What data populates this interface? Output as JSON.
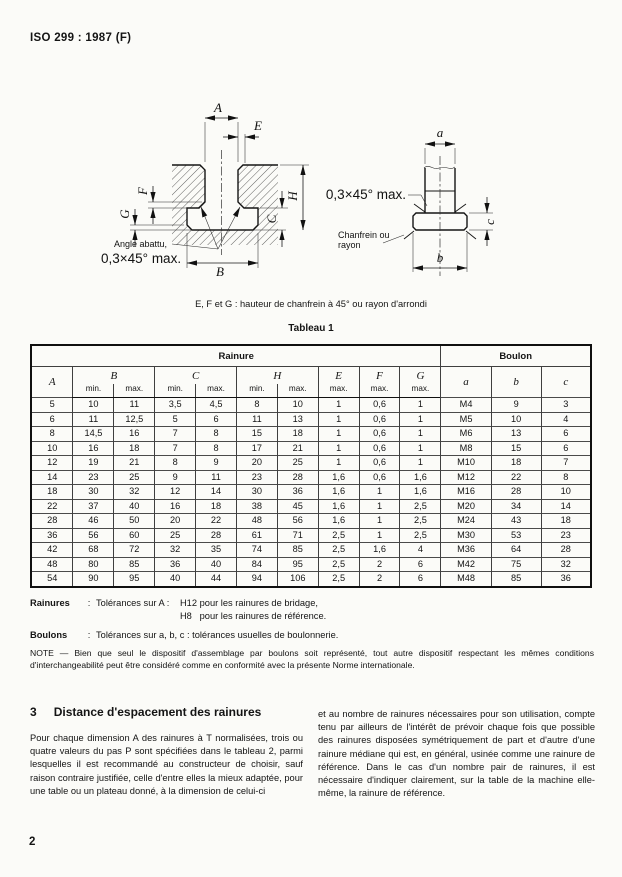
{
  "page": {
    "standard_ref": "ISO 299 : 1987 (F)",
    "page_number": "2"
  },
  "figures": {
    "slot": {
      "dim_A": "A",
      "dim_E": "E",
      "dim_F": "F",
      "dim_G": "G",
      "dim_H": "H",
      "dim_C": "C",
      "dim_B": "B",
      "angle_note_line1": "Angle abattu,",
      "angle_note_line2": "0,3×45° max."
    },
    "bolt": {
      "dim_a": "a",
      "dim_b": "b",
      "dim_c": "c",
      "chamfer_note": "0,3×45° max.",
      "radius_note_line1": "Chanfrein ou",
      "radius_note_line2": "rayon"
    }
  },
  "caption": "E, F et G : hauteur de chanfrein à 45° ou rayon d'arrondi",
  "table": {
    "title": "Tableau 1",
    "group_rainure": "Rainure",
    "group_boulon": "Boulon",
    "dims": [
      "A",
      "B",
      "C",
      "H",
      "E",
      "F",
      "G"
    ],
    "bolt_dims": [
      "a",
      "b",
      "c"
    ],
    "sub_min": "min.",
    "sub_max": "max.",
    "rows": [
      [
        "5",
        "10",
        "11",
        "3,5",
        "4,5",
        "8",
        "10",
        "1",
        "0,6",
        "1",
        "M4",
        "9",
        "3"
      ],
      [
        "6",
        "11",
        "12,5",
        "5",
        "6",
        "11",
        "13",
        "1",
        "0,6",
        "1",
        "M5",
        "10",
        "4"
      ],
      [
        "8",
        "14,5",
        "16",
        "7",
        "8",
        "15",
        "18",
        "1",
        "0,6",
        "1",
        "M6",
        "13",
        "6"
      ],
      [
        "10",
        "16",
        "18",
        "7",
        "8",
        "17",
        "21",
        "1",
        "0,6",
        "1",
        "M8",
        "15",
        "6"
      ],
      [
        "12",
        "19",
        "21",
        "8",
        "9",
        "20",
        "25",
        "1",
        "0,6",
        "1",
        "M10",
        "18",
        "7"
      ],
      [
        "14",
        "23",
        "25",
        "9",
        "11",
        "23",
        "28",
        "1,6",
        "0,6",
        "1,6",
        "M12",
        "22",
        "8"
      ],
      [
        "18",
        "30",
        "32",
        "12",
        "14",
        "30",
        "36",
        "1,6",
        "1",
        "1,6",
        "M16",
        "28",
        "10"
      ],
      [
        "22",
        "37",
        "40",
        "16",
        "18",
        "38",
        "45",
        "1,6",
        "1",
        "2,5",
        "M20",
        "34",
        "14"
      ],
      [
        "28",
        "46",
        "50",
        "20",
        "22",
        "48",
        "56",
        "1,6",
        "1",
        "2,5",
        "M24",
        "43",
        "18"
      ],
      [
        "36",
        "56",
        "60",
        "25",
        "28",
        "61",
        "71",
        "2,5",
        "1",
        "2,5",
        "M30",
        "53",
        "23"
      ],
      [
        "42",
        "68",
        "72",
        "32",
        "35",
        "74",
        "85",
        "2,5",
        "1,6",
        "4",
        "M36",
        "64",
        "28"
      ],
      [
        "48",
        "80",
        "85",
        "36",
        "40",
        "84",
        "95",
        "2,5",
        "2",
        "6",
        "M42",
        "75",
        "32"
      ],
      [
        "54",
        "90",
        "95",
        "40",
        "44",
        "94",
        "106",
        "2,5",
        "2",
        "6",
        "M48",
        "85",
        "36"
      ]
    ]
  },
  "tolerances": {
    "rainures_label": "Rainures",
    "colon": ":",
    "rainures_intro": "Tolérances sur A : ",
    "rainures_line1": "H12 pour les rainures de bridage,",
    "rainures_line2": "H8   pour les rainures de référence.",
    "boulons_label": "Boulons",
    "boulons_text": "Tolérances sur a, b, c :  tolérances usuelles de boulonnerie."
  },
  "note": "NOTE — Bien que seul le dispositif d'assemblage par boulons soit représenté, tout autre dispositif respectant les mêmes conditions d'interchangeabilité peut être considéré comme en conformité avec la présente Norme internationale.",
  "section3": {
    "number": "3",
    "title": "Distance d'espacement des rainures",
    "col_left": "Pour chaque dimension A des rainures à T normalisées, trois ou quatre valeurs du pas P sont spécifiées dans le tableau 2, parmi lesquelles il est recommandé au constructeur de choisir, sauf raison contraire justifiée, celle d'entre elles la mieux adaptée, pour une table ou un plateau donné, à la dimension de celui-ci",
    "col_right": "et au nombre de rainures nécessaires pour son utilisation, compte tenu par ailleurs de l'intérêt de prévoir chaque fois que possible des rainures disposées symétriquement de part et d'autre d'une rainure médiane qui est, en général, usinée comme une rainure de référence. Dans le cas d'un nombre pair de rainures, il est nécessaire d'indiquer clairement, sur la table de la machine elle-même, la rainure de référence."
  }
}
